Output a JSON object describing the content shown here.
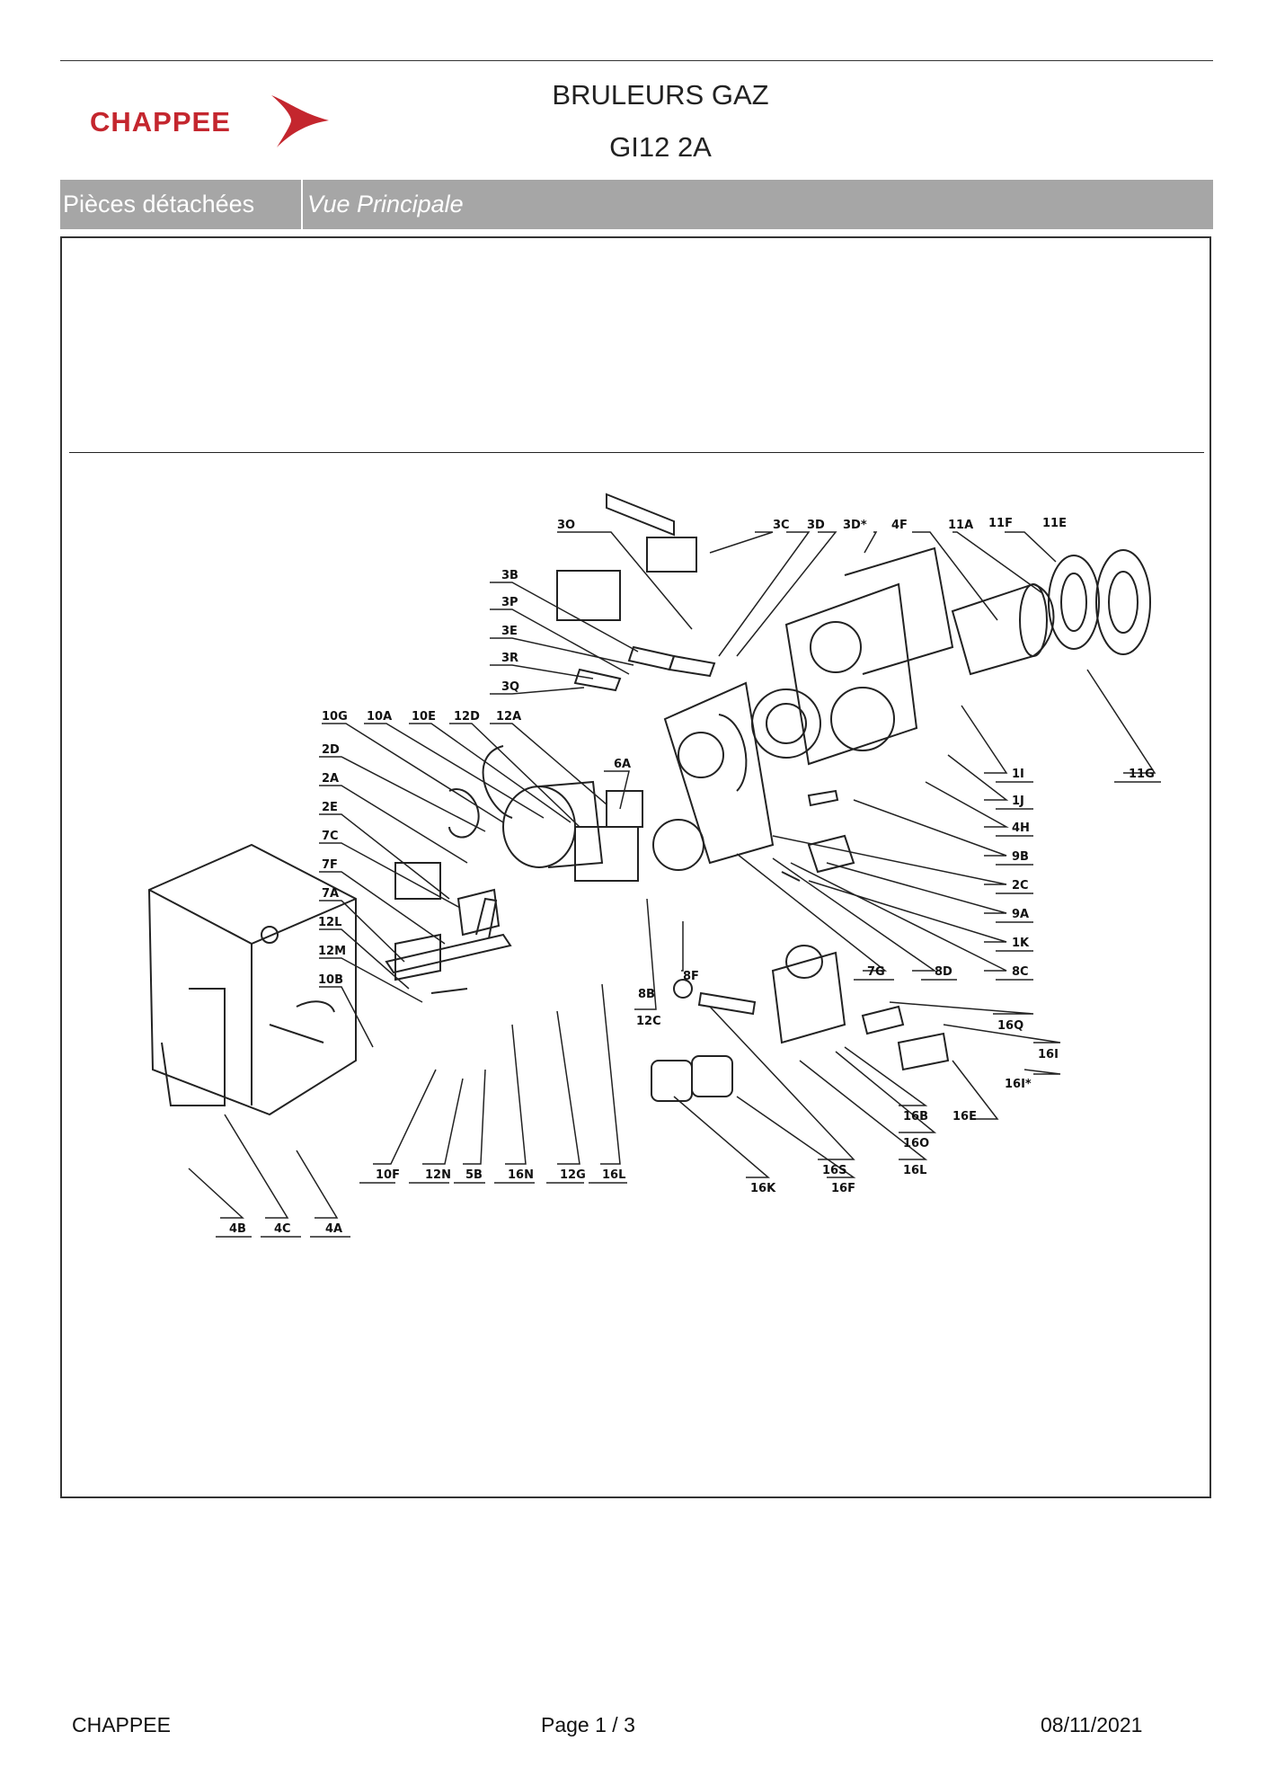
{
  "header": {
    "brand": "CHAPPEE",
    "title_line1": "BRULEURS GAZ",
    "title_line2": "GI12 2A"
  },
  "section_bar": {
    "left_label": "Pièces détachées",
    "right_label": "Vue Principale"
  },
  "diagram_labels": {
    "l3O": "3O",
    "l3C": "3C",
    "l3D": "3D",
    "l3Ds": "3D*",
    "l4F": "4F",
    "l11A": "11A",
    "l11F": "11F",
    "l11E": "11E",
    "l3B": "3B",
    "l3P": "3P",
    "l3E": "3E",
    "l3R": "3R",
    "l3Q": "3Q",
    "l10G": "10G",
    "l10A": "10A",
    "l10E": "10E",
    "l12D": "12D",
    "l12A": "12A",
    "l6A": "6A",
    "l2D": "2D",
    "l2A": "2A",
    "l2E": "2E",
    "l7C": "7C",
    "l7F": "7F",
    "l7A": "7A",
    "l12L": "12L",
    "l12M": "12M",
    "l10B": "10B",
    "l1I": "1I",
    "l1J": "1J",
    "l4H": "4H",
    "l9B": "9B",
    "l2C": "2C",
    "l9A": "9A",
    "l1K": "1K",
    "l8C": "8C",
    "l7G": "7G",
    "l8D": "8D",
    "l11G": "11G",
    "l8B": "8B",
    "l8F": "8F",
    "l12C": "12C",
    "l16Q": "16Q",
    "l16I": "16I",
    "l16Is": "16I*",
    "l16B": "16B",
    "l16E": "16E",
    "l16O": "16O",
    "l16S": "16S",
    "l16L2": "16L",
    "l16K": "16K",
    "l16F": "16F",
    "l10F": "10F",
    "l12N": "12N",
    "l5B": "5B",
    "l16N": "16N",
    "l12G": "12G",
    "l16L": "16L",
    "l4B": "4B",
    "l4C": "4C",
    "l4A": "4A"
  },
  "footer": {
    "brand": "CHAPPEE",
    "page": "Page   1  /  3",
    "date": "08/11/2021"
  },
  "colors": {
    "brand_red": "#c4262e",
    "bar_gray": "#a6a6a6"
  }
}
